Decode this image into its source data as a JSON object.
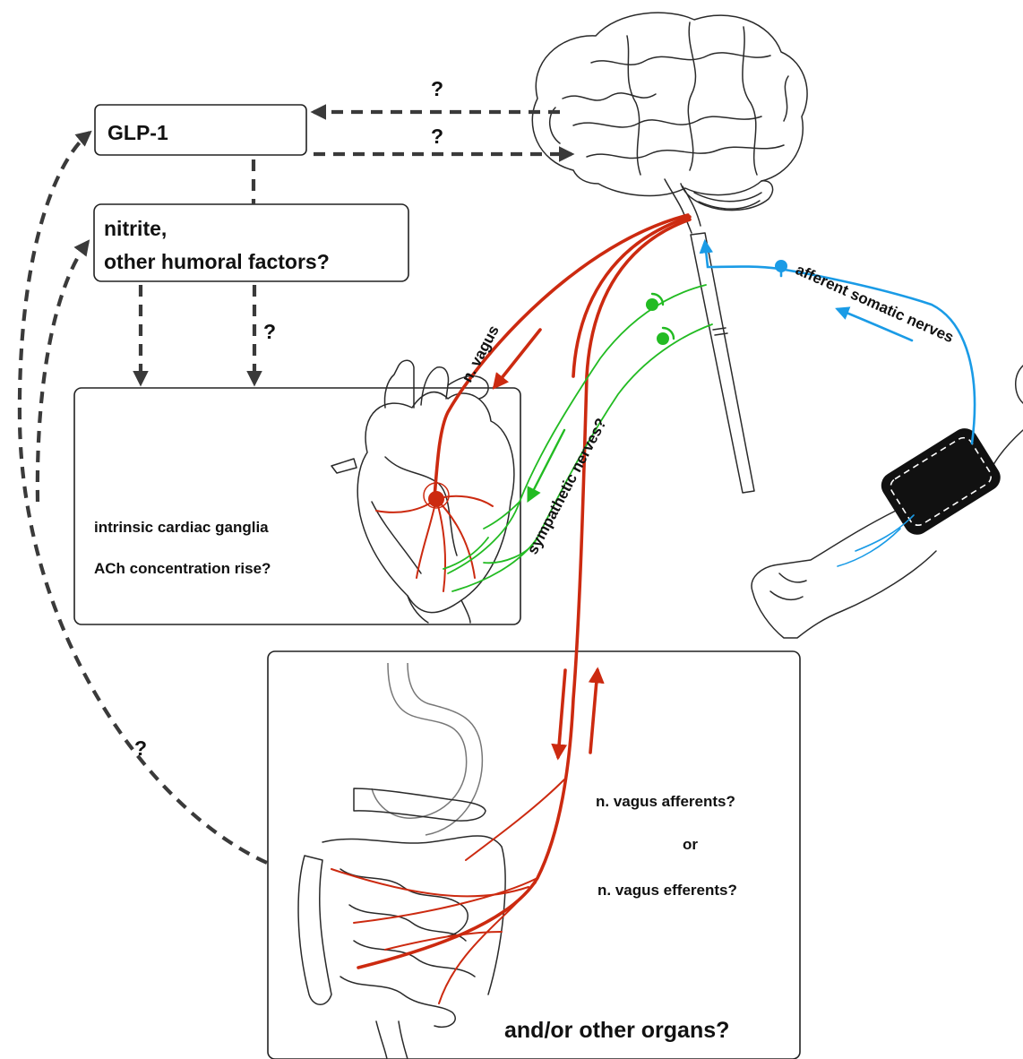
{
  "colors": {
    "vagus": "#cc2a10",
    "sympathetic": "#22bb22",
    "afferent": "#1a9be6",
    "dashed_pathway": "#3a3a3a"
  },
  "boxes": {
    "glp1": "GLP-1",
    "humoral_line1": "nitrite,",
    "humoral_line2": "other humoral factors?",
    "heart_line1": "intrinsic cardiac ganglia",
    "heart_line2": "ACh concentration rise?",
    "gut_afferents": "n. vagus afferents?",
    "gut_or": "or",
    "gut_efferents": "n. vagus efferents?",
    "gut_other": "and/or other organs?"
  },
  "labels": {
    "q_brain_to_glp1": "?",
    "q_glp1_to_brain": "?",
    "q_humoral_to_heart": "?",
    "q_gut_to_glp1": "?",
    "vagus": "n. vagus",
    "sympathetic": "sympathetic nerves?",
    "afferent": "afferent somatic nerves"
  },
  "icons": [
    "brain-icon",
    "heart-icon",
    "gut-icon",
    "arm-cuff-icon",
    "spinal-cord-icon"
  ]
}
